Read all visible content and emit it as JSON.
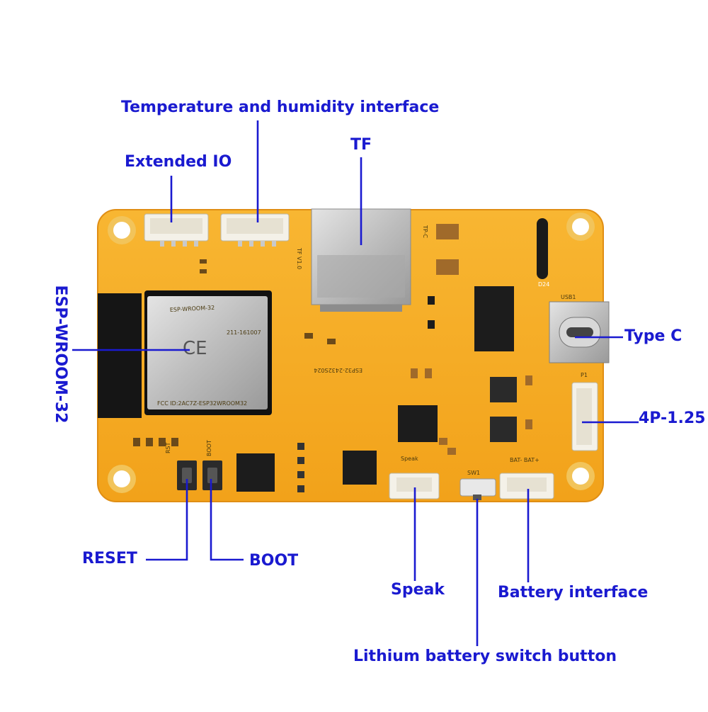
{
  "labels": {
    "temp_humidity": "Temperature and humidity interface",
    "extended_io": "Extended IO",
    "tf": "TF",
    "esp_module": "ESP-WROOM-32",
    "type_c": "Type C",
    "p4_125": "4P-1.25",
    "reset": "RESET",
    "boot": "BOOT",
    "speak": "Speak",
    "battery_interface": "Battery interface",
    "li_switch": "Lithium battery switch button"
  },
  "board": {
    "module_text_1": "ESP-WROOM-32",
    "module_text_2": "211-161007",
    "module_text_3": "FCC ID:2AC7Z-ESP32WROOM32",
    "silk_version": "ESP32-2432S024",
    "silk_tf": "TF V1.0",
    "silk_tp": "TP-C",
    "silk_usb": "USB1",
    "silk_sw": "SW1",
    "silk_speak": "Speak",
    "silk_bat": "BAT-  BAT+",
    "silk_reset": "RST",
    "silk_boot": "BOOT",
    "silk_p1": "P1",
    "silk_d24": "D24"
  },
  "colors": {
    "label_blue": "#1a1ad0",
    "pcb_orange": "#f5a81c",
    "pcb_edge": "#e8941a"
  }
}
